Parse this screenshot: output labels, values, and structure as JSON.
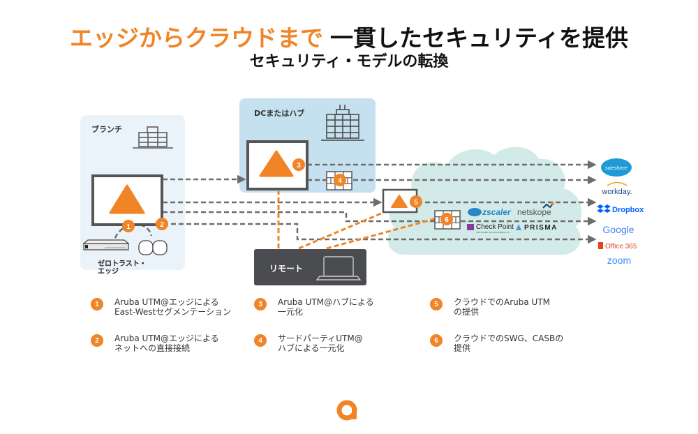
{
  "header": {
    "title_orange": "エッジからクラウドまで",
    "title_black": "一貫したセキュリティを提供",
    "subtitle": "セキュリティ・モデルの転換"
  },
  "colors": {
    "accent_orange": "#f08426",
    "branch_bg": "#eaf3fa",
    "hub_bg": "#c5e0ee",
    "cloud_bg": "#d3ebe8",
    "remote_bg": "#4b4c4f",
    "line_gray": "#6d6d6d"
  },
  "diagram": {
    "branch": {
      "label": "ブランチ",
      "edge_label_line1": "ゼロトラスト・",
      "edge_label_line2": "エッジ"
    },
    "hub": {
      "label": "DCまたはハブ"
    },
    "remote": {
      "label": "リモート"
    },
    "markers": [
      "1",
      "2",
      "3",
      "4",
      "5",
      "6"
    ],
    "vendors": [
      {
        "name": "zscaler",
        "icon": "zscaler-logo"
      },
      {
        "name": "netskope",
        "icon": "netskope-logo"
      },
      {
        "name": "Check Point",
        "sub": "SOFTWARE TECHNOLOGIES LTD.",
        "icon": "checkpoint-logo"
      },
      {
        "name": "PRISMA",
        "icon": "prisma-logo"
      }
    ],
    "saas": [
      {
        "name": "salesforce",
        "icon": "salesforce-logo"
      },
      {
        "name": "workday.",
        "icon": "workday-logo"
      },
      {
        "name": "Dropbox",
        "icon": "dropbox-logo"
      },
      {
        "name": "Google",
        "icon": "google-logo"
      },
      {
        "name": "Office 365",
        "icon": "office365-logo"
      },
      {
        "name": "zoom",
        "icon": "zoom-logo"
      }
    ]
  },
  "legend": [
    {
      "num": "1",
      "line1": "Aruba UTM@エッジによる",
      "line2": "East-Westセグメンテーション"
    },
    {
      "num": "2",
      "line1": "Aruba UTM@エッジによる",
      "line2": "ネットへの直接接続"
    },
    {
      "num": "3",
      "line1": "Aruba UTM@ハブによる",
      "line2": "一元化"
    },
    {
      "num": "4",
      "line1": "サードパーティUTM@",
      "line2": "ハブによる一元化"
    },
    {
      "num": "5",
      "line1": "クラウドでのAruba UTM",
      "line2": "の提供"
    },
    {
      "num": "6",
      "line1": "クラウドでのSWG、CASBの",
      "line2": "提供"
    }
  ],
  "footer": {
    "logo": "aruba-logo"
  }
}
